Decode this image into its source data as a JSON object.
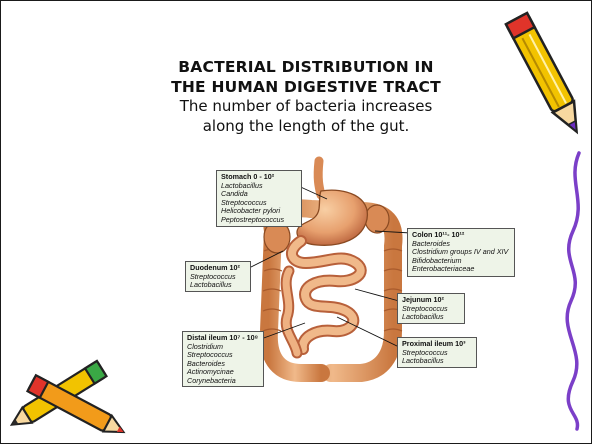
{
  "slide": {
    "title_line1": "BACTERIAL DISTRIBUTION IN",
    "title_line2": "THE HUMAN DIGESTIVE TRACT",
    "subtitle_line1": "The number of bacteria increases",
    "subtitle_line2": "along the length of the gut."
  },
  "diagram": {
    "stomach": {
      "heading": "Stomach 0 - 10²",
      "species": [
        "Lactobacillus",
        "Candida",
        "Streptococcus",
        "Helicobacter pylori",
        "Peptostreptococcus"
      ]
    },
    "colon": {
      "heading": "Colon 10¹¹- 10¹²",
      "species": [
        "Bacteroides",
        "Clostridium groups IV and XIV",
        "Bifidobacterium",
        "Enterobacteriaceae"
      ]
    },
    "duodenum": {
      "heading": "Duodenum 10²",
      "species": [
        "Streptococcus",
        "Lactobacillus"
      ]
    },
    "jejunum": {
      "heading": "Jejunum 10²",
      "species": [
        "Streptococcus",
        "Lactobacillus"
      ]
    },
    "distal_ileum": {
      "heading": "Distal ileum 10⁷ - 10⁸",
      "species": [
        "Clostridium",
        "Streptococcus",
        "Bacteroides",
        "Actinomycinae",
        "Corynebacteria"
      ]
    },
    "proximal_ileum": {
      "heading": "Proximal ileum 10³",
      "species": [
        "Streptococcus",
        "Lactobacillus"
      ]
    }
  },
  "colors": {
    "gut": "#e7a06e",
    "gut_dark": "#b8603a",
    "label_bg": "#eef4e8",
    "squiggle": "#7b3fc8",
    "pencil_body": "#f2c300",
    "pencil_tip": "#e0342a"
  }
}
